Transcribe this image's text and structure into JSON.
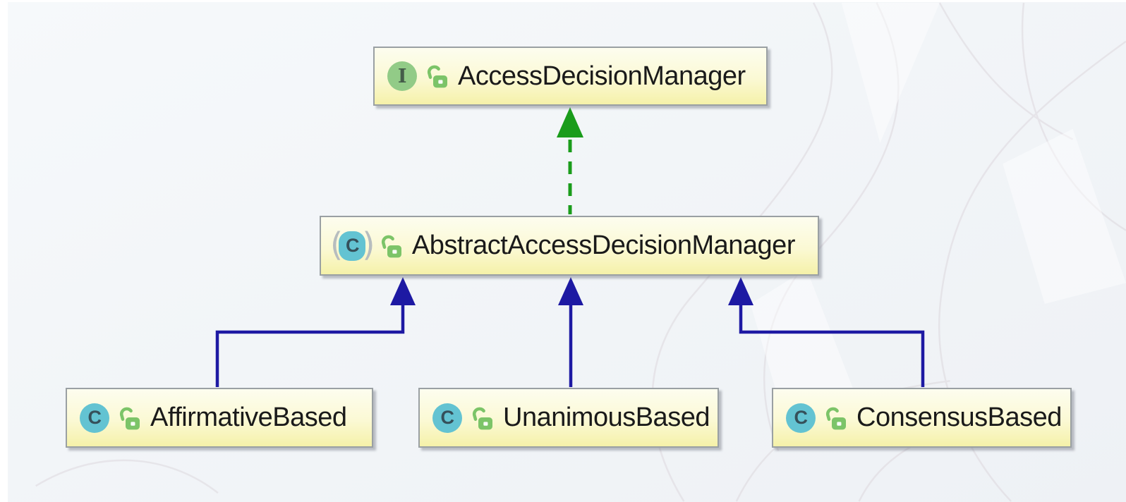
{
  "diagram": {
    "kind": "uml-class-diagram",
    "nodes": [
      {
        "id": "interface",
        "label": "AccessDecisionManager",
        "type": "interface",
        "badge": "I",
        "modifier_icon": "open-lock"
      },
      {
        "id": "abstract",
        "label": "AbstractAccessDecisionManager",
        "type": "abstract-class",
        "badge": "C",
        "modifier_icon": "open-lock"
      },
      {
        "id": "affirmative",
        "label": "AffirmativeBased",
        "type": "class",
        "badge": "C",
        "modifier_icon": "open-lock"
      },
      {
        "id": "unanimous",
        "label": "UnanimousBased",
        "type": "class",
        "badge": "C",
        "modifier_icon": "open-lock"
      },
      {
        "id": "consensus",
        "label": "ConsensusBased",
        "type": "class",
        "badge": "C",
        "modifier_icon": "open-lock"
      }
    ],
    "edges": [
      {
        "from": "AbstractAccessDecisionManager",
        "to": "AccessDecisionManager",
        "type": "realization",
        "style": "dashed",
        "color": "#1a9c1b"
      },
      {
        "from": "AffirmativeBased",
        "to": "AbstractAccessDecisionManager",
        "type": "generalization",
        "style": "solid",
        "color": "#1d19a3"
      },
      {
        "from": "UnanimousBased",
        "to": "AbstractAccessDecisionManager",
        "type": "generalization",
        "style": "solid",
        "color": "#1d19a3"
      },
      {
        "from": "ConsensusBased",
        "to": "AbstractAccessDecisionManager",
        "type": "generalization",
        "style": "solid",
        "color": "#1d19a3"
      }
    ],
    "icons": {
      "abstract_paren_left": "(",
      "abstract_paren_right": ")",
      "lock_color": "#7cc468"
    },
    "colors": {
      "node_fill_top": "#fdfdef",
      "node_fill_bottom": "#f5f1a9",
      "node_border": "#9aa0a3",
      "interface_badge_bg": "#92cb87",
      "class_badge_bg": "#63c3d2",
      "badge_letter": "#35505a",
      "realization_arrow": "#1a9c1b",
      "generalization_arrow": "#1d19a3",
      "canvas_bg": "#f2f5f8",
      "label_text": "#1a1a1a"
    }
  }
}
